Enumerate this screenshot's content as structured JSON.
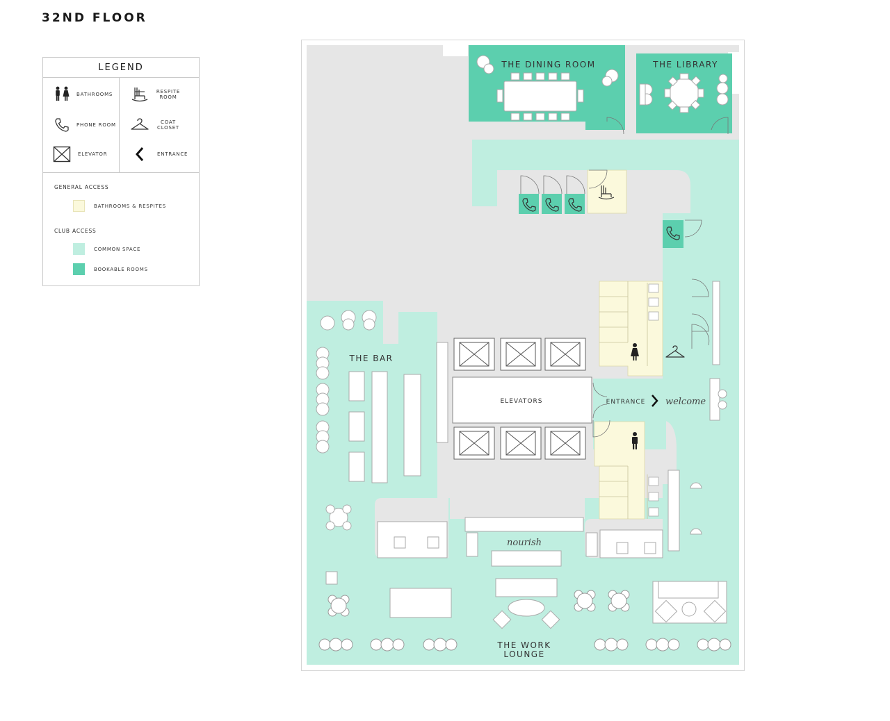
{
  "page": {
    "title": "32ND FLOOR"
  },
  "legend": {
    "title": "LEGEND",
    "icons": [
      {
        "icon": "bathroom-icon",
        "label": "BATHROOMS"
      },
      {
        "icon": "rocking-chair-icon",
        "label": "RESPITE ROOM"
      },
      {
        "icon": "phone-icon",
        "label": "PHONE ROOM"
      },
      {
        "icon": "hanger-icon",
        "label": "COAT CLOSET"
      },
      {
        "icon": "elevator-icon",
        "label": "ELEVATOR"
      },
      {
        "icon": "chevron-left-icon",
        "label": "ENTRANCE"
      }
    ],
    "general_access": {
      "heading": "GENERAL ACCESS",
      "items": [
        {
          "label": "BATHROOMS & RESPITES",
          "color": "#fbf9dc"
        }
      ]
    },
    "club_access": {
      "heading": "CLUB ACCESS",
      "items": [
        {
          "label": "COMMON SPACE",
          "color": "#bfeee0"
        },
        {
          "label": "BOOKABLE ROOMS",
          "color": "#5ccfae"
        }
      ]
    }
  },
  "colors": {
    "core": "#e6e6e6",
    "common": "#bfeee0",
    "bookable": "#5ccfae",
    "general": "#fbf9dc",
    "furniture": "#ffffff",
    "outline": "#b5b5b5"
  },
  "rooms": {
    "dining": "THE DINING ROOM",
    "library": "THE LIBRARY",
    "bar": "THE BAR",
    "elevators": "ELEVATORS",
    "entrance": "ENTRANCE",
    "welcome": "welcome",
    "nourish": "nourish",
    "work_lounge_line1": "THE WORK",
    "work_lounge_line2": "LOUNGE"
  }
}
